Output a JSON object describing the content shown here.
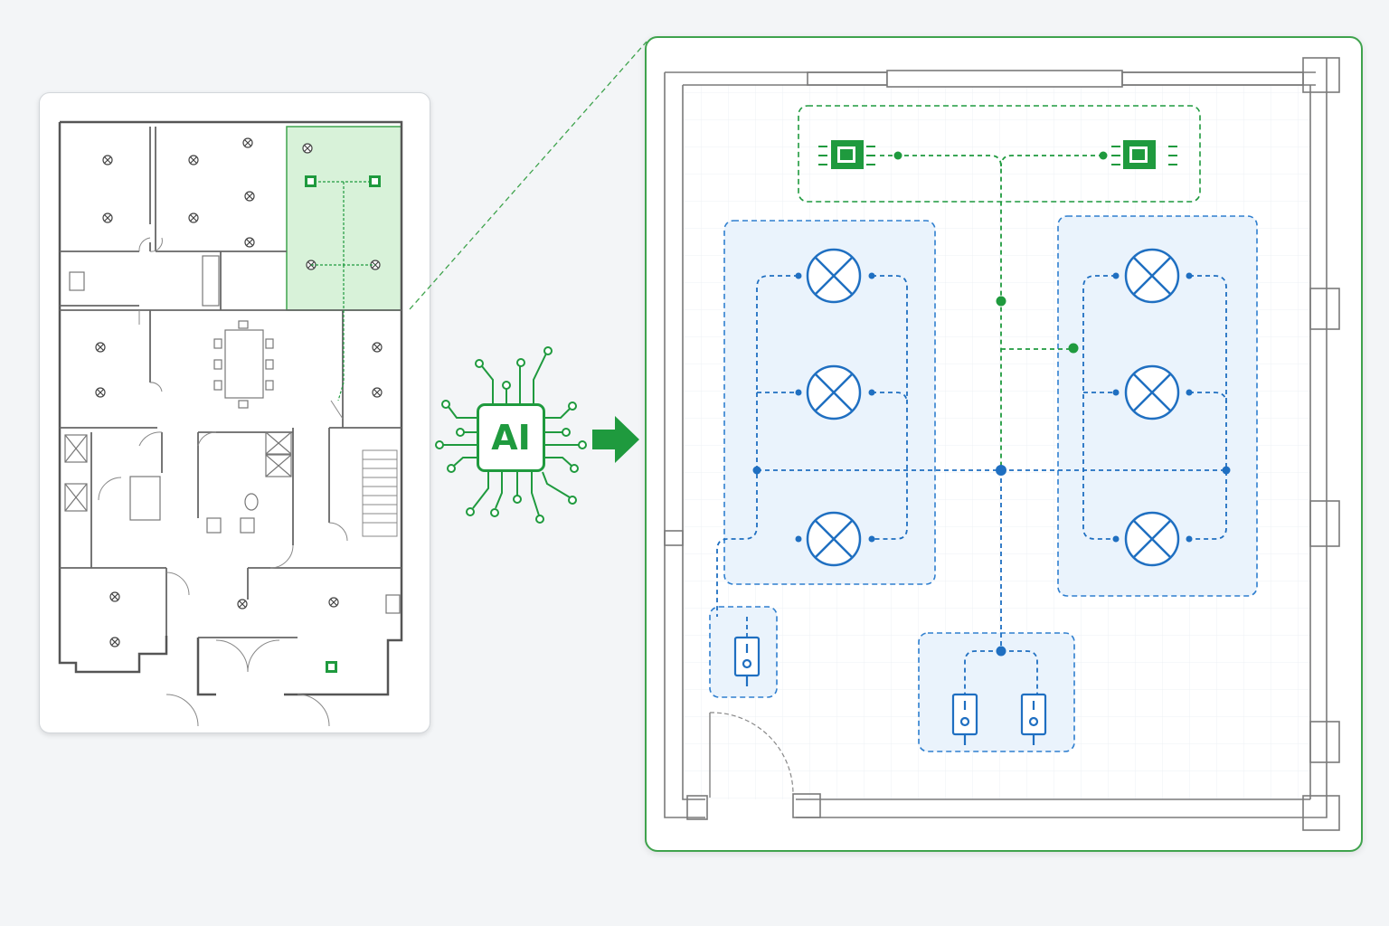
{
  "colors": {
    "accent_green": "#1f9a3e",
    "wiring_blue": "#1f6fc1",
    "highlight_fill": "#c7ecc9",
    "zone_fill": "#eaf3fc",
    "wall": "#555555"
  },
  "ai_chip": {
    "label": "AI"
  },
  "icons": {
    "ceiling_light": "circle-x-light-icon",
    "emergency_light": "emergency-exit-light-icon",
    "switch": "wall-switch-icon",
    "arrow": "right-arrow-icon"
  },
  "detail_view": {
    "zones": [
      "emergency-lighting-zone",
      "left-luminaire-zone",
      "right-luminaire-zone",
      "switch-zone-left",
      "switch-zone-bottom"
    ],
    "left_lights": 3,
    "right_lights": 3,
    "emergency_lights": 2,
    "switches": 3
  }
}
